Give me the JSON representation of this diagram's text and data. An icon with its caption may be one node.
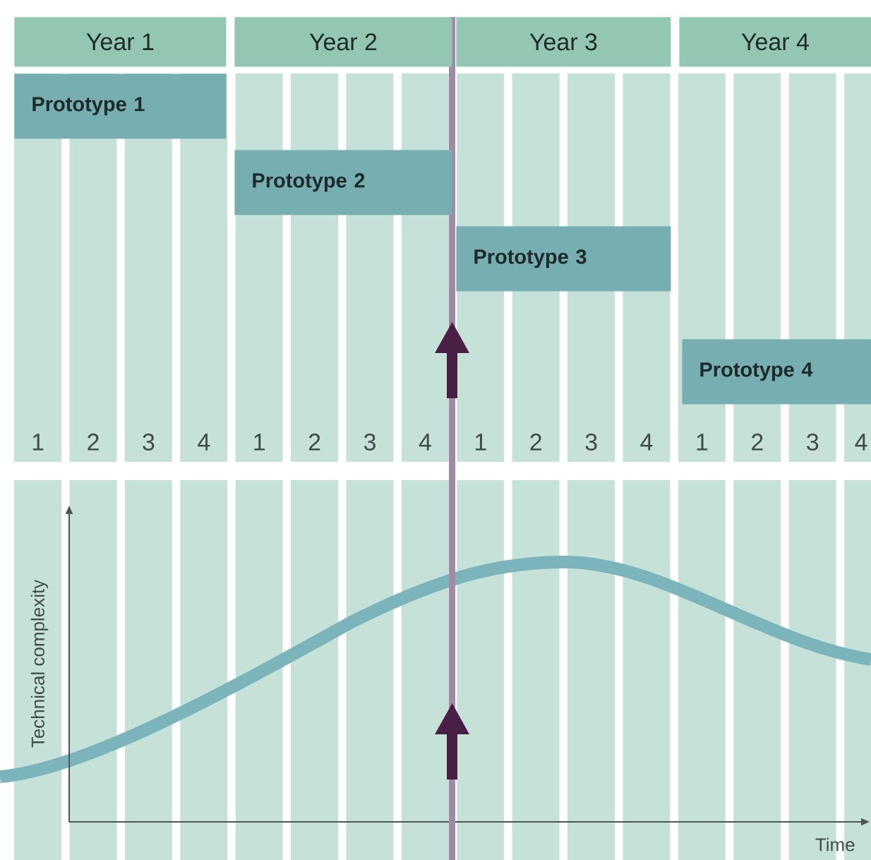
{
  "diagram": {
    "nodes": [
      {
        "text": [
          "Year 1"
        ]
      },
      {
        "text": [
          "Year 2"
        ]
      },
      {
        "text": [
          "Year 3"
        ]
      },
      {
        "text": [
          "Year 4"
        ]
      },
      {
        "text": [
          "Prototype 1"
        ]
      },
      {
        "text": [
          "Prototype 2"
        ]
      },
      {
        "text": [
          "Prototype 3"
        ]
      },
      {
        "text": [
          "Prototype 4"
        ]
      }
    ],
    "labels": [
      "1",
      "2",
      "3",
      "4",
      "1",
      "2",
      "3",
      "4",
      "1",
      "2",
      "3",
      "4",
      "1",
      "2",
      "3",
      "4",
      "Technical complexity",
      "Time"
    ]
  }
}
